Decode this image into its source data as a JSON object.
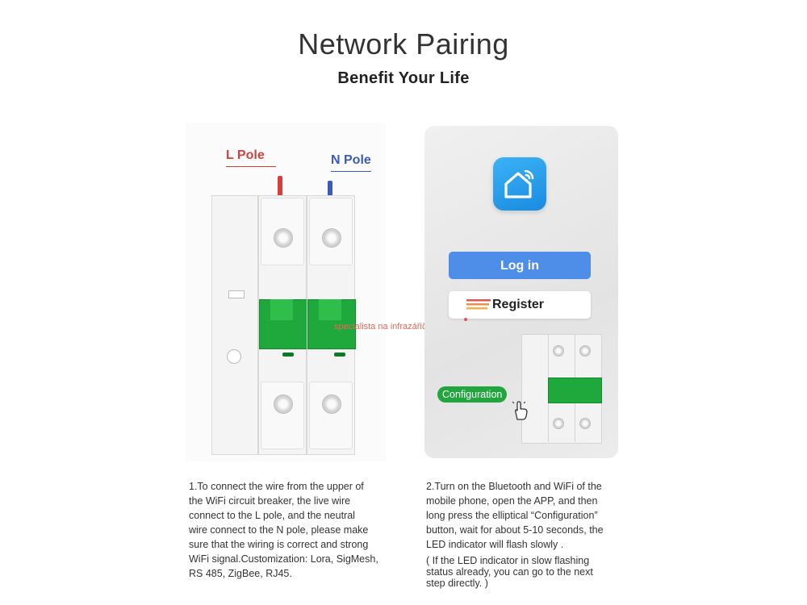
{
  "header": {
    "title": "Network Pairing",
    "subtitle": "Benefit Your Life"
  },
  "left_panel": {
    "l_pole_label": "L Pole",
    "n_pole_label": "N Pole",
    "watermark": "specialista na infrazářiče",
    "colors": {
      "l_wire": "#d6403c",
      "n_wire": "#3a5bb8",
      "toggle": "#1fa83b"
    }
  },
  "right_panel": {
    "app_icon": "smart-home-wifi-icon",
    "login_label": "Log in",
    "register_label": "Register",
    "configuration_label": "Configuration",
    "colors": {
      "login": "#4e8de8",
      "configuration": "#20a63c"
    }
  },
  "captions": {
    "step1": "1.To connect the wire from the upper of\n  the  WiFi circuit breaker, the live wire\nconnect to the L pole, and the neutral\nwire connect to the N pole, please make\n  sure that the wiring is correct and strong\nWiFi signal.Customization: Lora, SigMesh,\nRS 485, ZigBee, RJ45.",
    "step2": "2.Turn on the Bluetooth and WiFi of the\nmobile phone, open the APP, and then\nlong press the elliptical “Configuration”\nbutton, wait for about 5-10 seconds, the\nLED indicator will flash slowly .",
    "step2_note": "  ( If the LED indicator in slow flashing\nstatus already, you can go to the next\nstep directly. )"
  }
}
